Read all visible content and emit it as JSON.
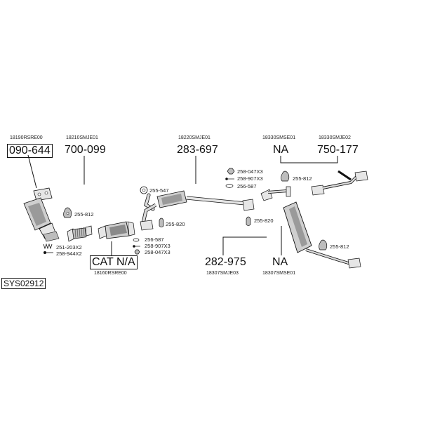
{
  "system_code": "SYS02912",
  "parts": {
    "p1": {
      "oem": "18190RSRE00",
      "number": "090-644"
    },
    "p2": {
      "oem": "18210SMJE01",
      "number": "700-099"
    },
    "p3": {
      "oem": "18220SMJE01",
      "number": "283-697"
    },
    "p4": {
      "oem": "18330SMSE01",
      "number": "NA"
    },
    "p5": {
      "oem": "18330SMJE02",
      "number": "750-177"
    },
    "p6": {
      "oem": "18160RSRE00",
      "number": "CAT N/A"
    },
    "p7": {
      "oem": "18307SMJE03",
      "number": "282-975"
    },
    "p8": {
      "oem": "18307SMSE01",
      "number": "NA"
    }
  },
  "fittings": {
    "f1": "251-203X2",
    "f2": "258-944X2",
    "f3": "255-812",
    "f4": "256-587",
    "f5": "258-907X3",
    "f6": "258-047X3",
    "f7": "255-547",
    "f8": "255-820",
    "f9": "258-047X3",
    "f10": "258-907X3",
    "f11": "256-587",
    "f12": "255-812",
    "f13": "255-820",
    "f14": "255-812"
  },
  "colors": {
    "line": "#111111",
    "part_fill": "#d9d9d9",
    "part_dark": "#8a8a8a"
  }
}
